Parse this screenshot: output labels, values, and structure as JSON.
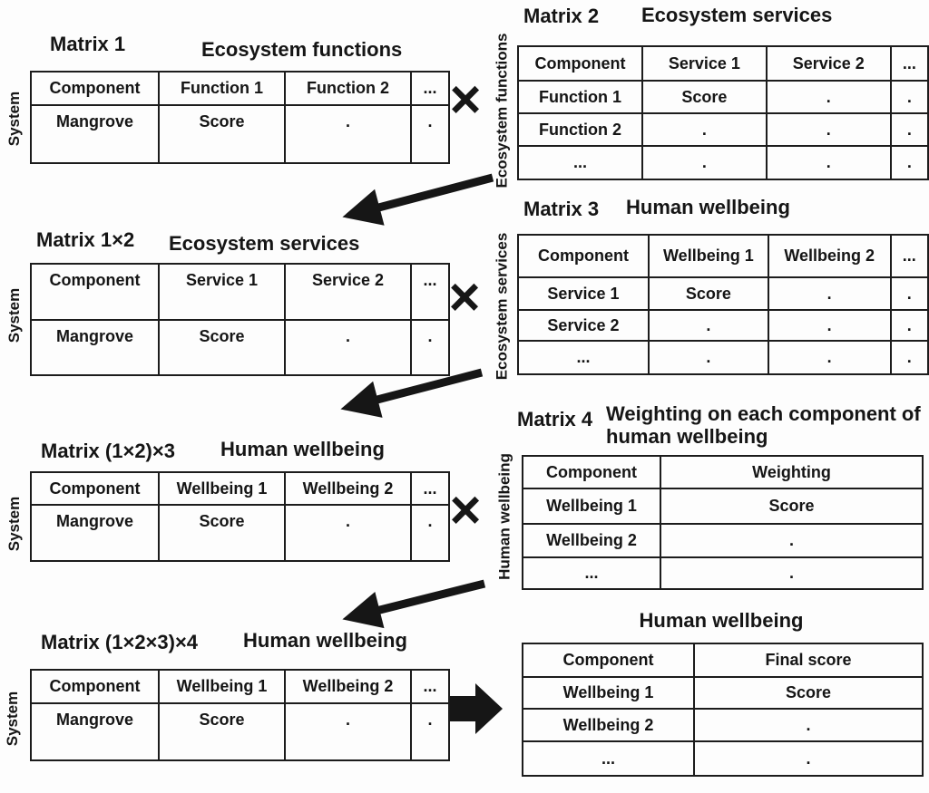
{
  "operators": {
    "multiply": "×"
  },
  "sections": {
    "matrix1": {
      "label": "Matrix 1",
      "title": "Ecosystem functions",
      "side_label": "System",
      "table": {
        "headers": [
          "Component",
          "Function 1",
          "Function 2",
          "..."
        ],
        "rows": [
          [
            "Mangrove",
            "Score",
            ".",
            "."
          ]
        ]
      }
    },
    "matrix2": {
      "label": "Matrix 2",
      "title": "Ecosystem services",
      "side_label": "Ecosystem functions",
      "table": {
        "headers": [
          "Component",
          "Service 1",
          "Service 2",
          "..."
        ],
        "rows": [
          [
            "Function 1",
            "Score",
            ".",
            "."
          ],
          [
            "Function 2",
            ".",
            ".",
            "."
          ],
          [
            "...",
            ".",
            ".",
            "."
          ]
        ]
      }
    },
    "matrix1x2": {
      "label": "Matrix 1×2",
      "title": "Ecosystem services",
      "side_label": "System",
      "table": {
        "headers": [
          "Component",
          "Service 1",
          "Service 2",
          "..."
        ],
        "rows": [
          [
            "Mangrove",
            "Score",
            ".",
            "."
          ]
        ]
      }
    },
    "matrix3": {
      "label": "Matrix 3",
      "title": "Human wellbeing",
      "side_label": "Ecosystem services",
      "table": {
        "headers": [
          "Component",
          "Wellbeing 1",
          "Wellbeing 2",
          "..."
        ],
        "rows": [
          [
            "Service 1",
            "Score",
            ".",
            "."
          ],
          [
            "Service 2",
            ".",
            ".",
            "."
          ],
          [
            "...",
            ".",
            ".",
            "."
          ]
        ]
      }
    },
    "matrix1x2x3": {
      "label": "Matrix (1×2)×3",
      "title": "Human wellbeing",
      "side_label": "System",
      "table": {
        "headers": [
          "Component",
          "Wellbeing 1",
          "Wellbeing 2",
          "..."
        ],
        "rows": [
          [
            "Mangrove",
            "Score",
            ".",
            "."
          ]
        ]
      }
    },
    "matrix4": {
      "label": "Matrix 4",
      "title": "Weighting on each component of human wellbeing",
      "side_label": "Human wellbeing",
      "table": {
        "headers": [
          "Component",
          "Weighting"
        ],
        "rows": [
          [
            "Wellbeing 1",
            "Score"
          ],
          [
            "Wellbeing 2",
            "."
          ],
          [
            "...",
            "."
          ]
        ]
      }
    },
    "matrix1x2x3x4": {
      "label": "Matrix (1×2×3)×4",
      "title": "Human wellbeing",
      "side_label": "System",
      "table": {
        "headers": [
          "Component",
          "Wellbeing 1",
          "Wellbeing 2",
          "..."
        ],
        "rows": [
          [
            "Mangrove",
            "Score",
            ".",
            "."
          ]
        ]
      }
    },
    "final": {
      "title": "Human wellbeing",
      "table": {
        "headers": [
          "Component",
          "Final score"
        ],
        "rows": [
          [
            "Wellbeing 1",
            "Score"
          ],
          [
            "Wellbeing 2",
            "."
          ],
          [
            "...",
            "."
          ]
        ]
      }
    }
  },
  "colors": {
    "ink": "#161616",
    "background": "#fdfdfd"
  }
}
